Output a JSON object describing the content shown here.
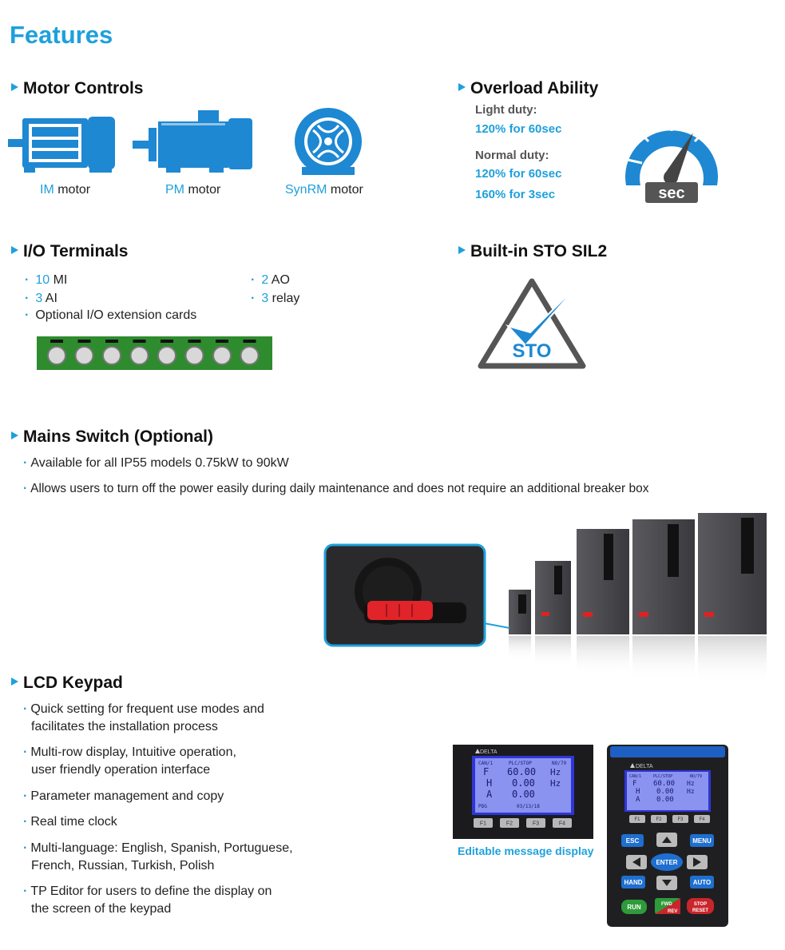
{
  "page": {
    "title": "Features"
  },
  "motor_controls": {
    "heading": "Motor Controls",
    "motors": [
      {
        "prefix": "IM",
        "suffix": " motor"
      },
      {
        "prefix": "PM",
        "suffix": " motor"
      },
      {
        "prefix": "SynRM",
        "suffix": " motor"
      }
    ]
  },
  "overload": {
    "heading": "Overload Ability",
    "light_label": "Light duty:",
    "light_values": [
      "120% for 60sec"
    ],
    "normal_label": "Normal duty:",
    "normal_values": [
      "120% for 60sec",
      "160% for 3sec"
    ],
    "gauge_unit": "%",
    "gauge_label": "sec"
  },
  "io": {
    "heading": "I/O Terminals",
    "items": [
      {
        "num": "10",
        "label": " MI"
      },
      {
        "num": "2",
        "label": " AO"
      },
      {
        "num": "3",
        "label": " AI"
      },
      {
        "num": "3",
        "label": " relay"
      }
    ],
    "extra": "Optional I/O extension cards"
  },
  "sto": {
    "heading": "Built-in STO SIL2",
    "logo_text": "STO"
  },
  "mains": {
    "heading": "Mains Switch (Optional)",
    "bullets": [
      "Available for all IP55 models 0.75kW to 90kW",
      "Allows users to turn off the power easily during daily maintenance and does not require an additional breaker box"
    ]
  },
  "lcd": {
    "heading": "LCD Keypad",
    "bullets": [
      [
        "Quick setting for frequent use modes and",
        "facilitates the installation process"
      ],
      [
        "Multi-row display, Intuitive operation,",
        "user friendly operation interface"
      ],
      [
        "Parameter management and copy"
      ],
      [
        "Real time clock"
      ],
      [
        "Multi-language: English, Spanish, Portuguese,",
        "French, Russian, Turkish, Polish"
      ],
      [
        "TP Editor for users to define the display on",
        "the screen of the keypad"
      ]
    ],
    "caption": "Editable message display",
    "brand": "DELTA",
    "screen": {
      "header": [
        "CAN/1",
        "PLC/STOP",
        "NO/79"
      ],
      "rows": [
        {
          "label": "F",
          "value": "60.00",
          "unit": "Hz"
        },
        {
          "label": "H",
          "value": "0.00",
          "unit": "Hz"
        },
        {
          "label": "A",
          "value": "0.00",
          "unit": ""
        }
      ],
      "footer": [
        "PDG",
        "03/13/18"
      ]
    },
    "fkeys": [
      "F1",
      "F2",
      "F3",
      "F4"
    ],
    "keys": {
      "esc": "ESC",
      "menu": "MENU",
      "enter": "ENTER",
      "hand": "HAND",
      "auto": "AUTO",
      "run": "RUN",
      "fwd": "FWD",
      "rev": "REV",
      "stop": "STOP",
      "reset": "RESET"
    }
  },
  "colors": {
    "accent": "#1ea0dc",
    "terminal_green": "#2e8b2e",
    "switch_red": "#e0242a"
  }
}
